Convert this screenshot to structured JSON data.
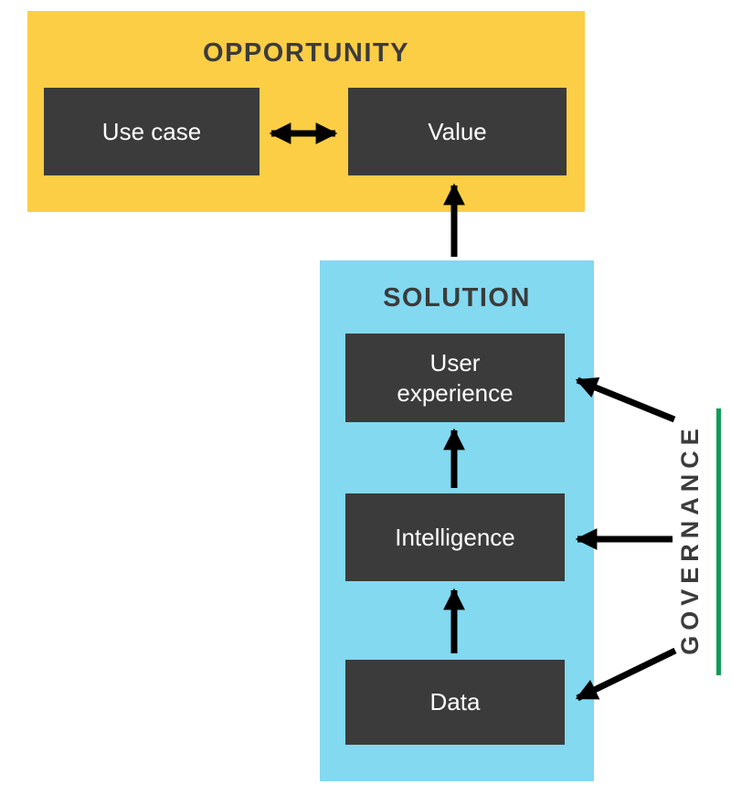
{
  "colors": {
    "background": "#FFFFFF",
    "yellow": "#FCCE45",
    "cyan": "#82D9F0",
    "dark": "#3B3B3B",
    "green": "#0F9D58",
    "arrow": "#000000",
    "box_text": "#FFFFFF"
  },
  "opportunity": {
    "title": "OPPORTUNITY",
    "boxes": {
      "use_case": "Use case",
      "value": "Value"
    }
  },
  "solution": {
    "title": "SOLUTION",
    "boxes": {
      "user_experience": "User experience",
      "intelligence": "Intelligence",
      "data": "Data"
    }
  },
  "governance": {
    "label": "GOVERNANCE"
  },
  "edges": [
    {
      "from": "use_case",
      "to": "value",
      "bidirectional": true
    },
    {
      "from": "user_experience",
      "to": "value",
      "bidirectional": false
    },
    {
      "from": "intelligence",
      "to": "user_experience",
      "bidirectional": false
    },
    {
      "from": "data",
      "to": "intelligence",
      "bidirectional": false
    },
    {
      "from": "governance",
      "to": "user_experience",
      "bidirectional": false
    },
    {
      "from": "governance",
      "to": "intelligence",
      "bidirectional": false
    },
    {
      "from": "governance",
      "to": "data",
      "bidirectional": false
    }
  ]
}
